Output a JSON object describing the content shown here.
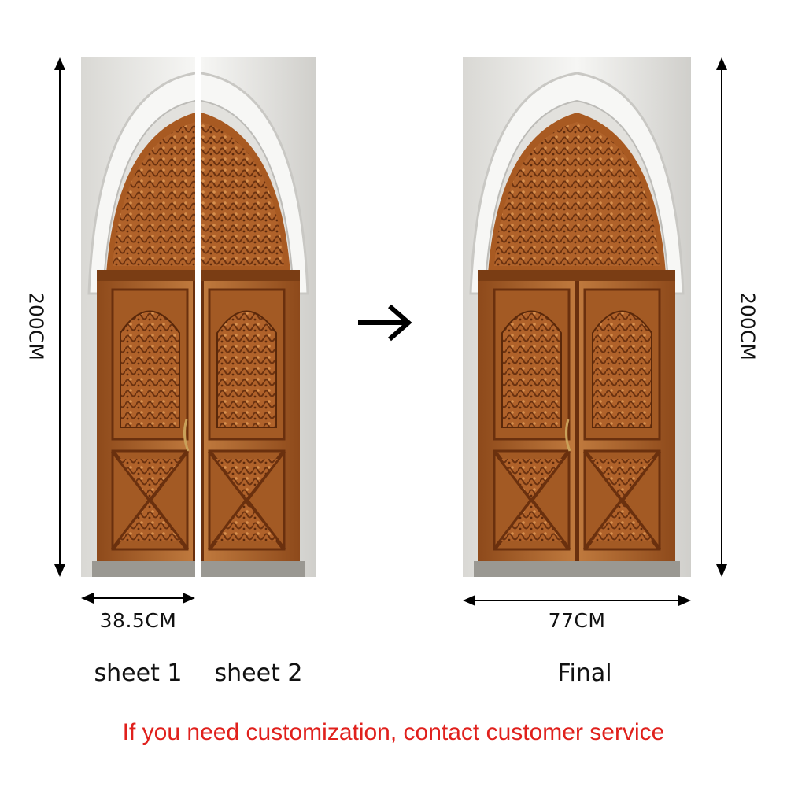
{
  "dimensions": {
    "height_left": "200CM",
    "height_right": "200CM",
    "sheet_width": "38.5CM",
    "final_width": "77CM"
  },
  "captions": {
    "sheet1": "sheet 1",
    "sheet2": "sheet 2",
    "final": "Final"
  },
  "notice": "If you need customization, contact customer service",
  "colors": {
    "wood": "#b5682e",
    "wood_dark": "#7a3d14",
    "stone": "#e9e8e4",
    "notice": "#e0201c"
  },
  "icons": {
    "transition_arrow": "right-arrow-icon"
  }
}
